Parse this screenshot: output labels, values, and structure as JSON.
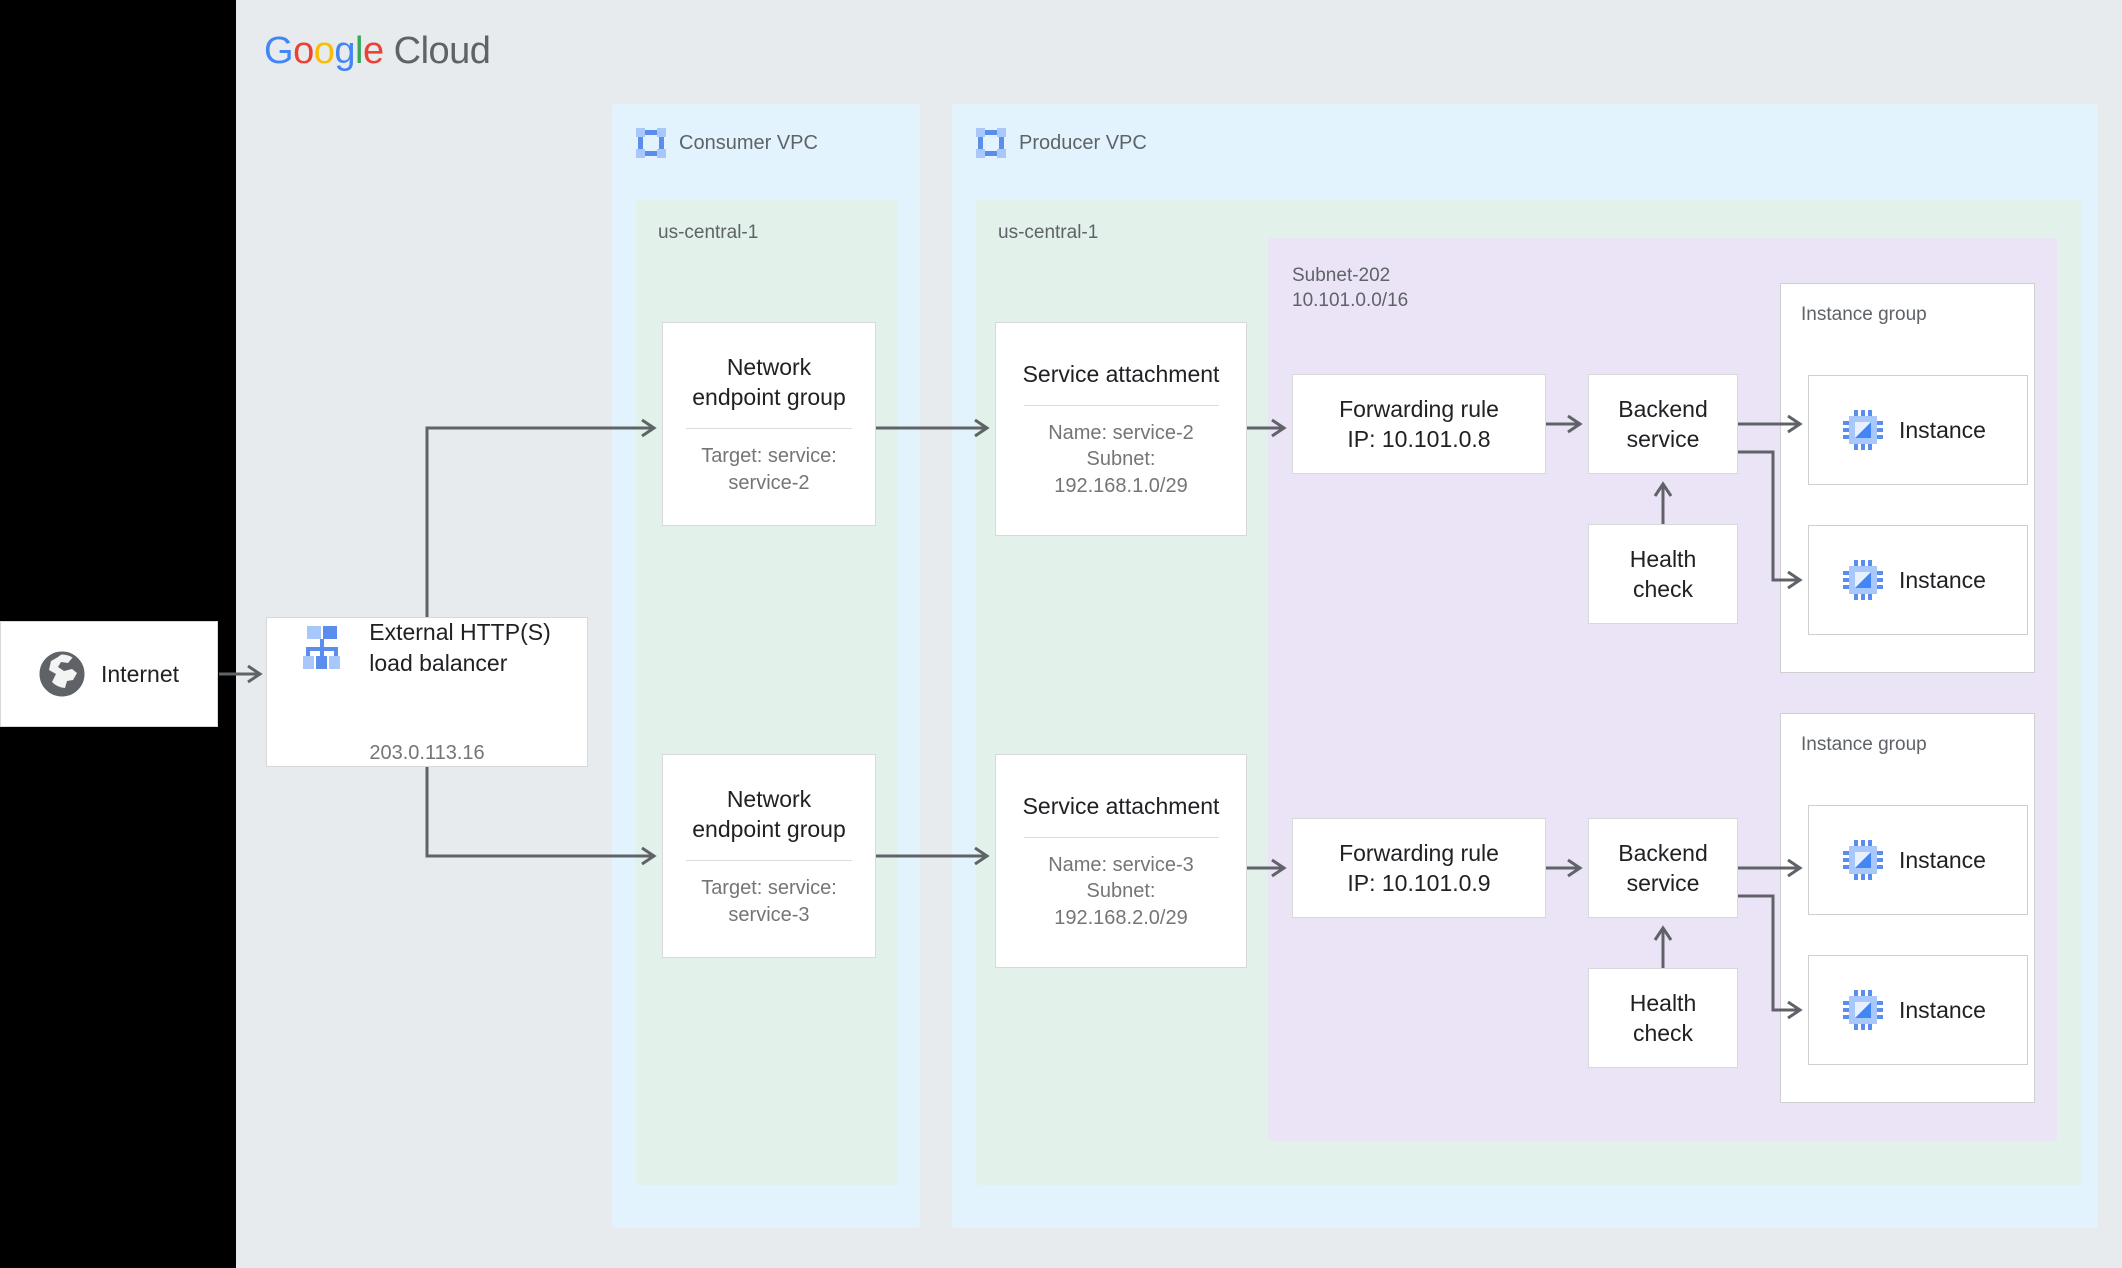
{
  "brand": {
    "name_parts": [
      "G",
      "o",
      "o",
      "g",
      "l",
      "e"
    ],
    "word": "Cloud",
    "colors": {
      "blue": "#4285F4",
      "red": "#EA4335",
      "yellow": "#FBBC05",
      "green": "#34A853",
      "gray": "#5F6368"
    }
  },
  "palette": {
    "canvas": "#E8EBED",
    "vpc": "#E2F3FD",
    "region": "#E2F1EA",
    "subnet": "#EBE4F7",
    "card": "#FFFFFF",
    "border": "#D6D8DA",
    "line": "#5F6368",
    "text": "#202124",
    "muted": "#757575",
    "icon_blue": "#5B8DEF",
    "icon_blue_light": "#A8C7FA",
    "globe": "#5F6368"
  },
  "internet": {
    "label": "Internet",
    "icon": "globe-icon"
  },
  "load_balancer": {
    "icon": "load-balancer-icon",
    "title": "External HTTP(S)\nload balancer",
    "ip": "203.0.113.16"
  },
  "consumer_vpc": {
    "icon": "vpc-icon",
    "label": "Consumer VPC",
    "region": "us-central-1",
    "negs": [
      {
        "title": "Network\nendpoint group",
        "sub": "Target: service:\nservice-2"
      },
      {
        "title": "Network\nendpoint group",
        "sub": "Target: service:\nservice-3"
      }
    ]
  },
  "producer_vpc": {
    "icon": "vpc-icon",
    "label": "Producer VPC",
    "region": "us-central-1",
    "subnet": {
      "name": "Subnet-202",
      "cidr": "10.101.0.0/16"
    },
    "service_attachments": [
      {
        "title": "Service attachment",
        "sub": "Name: service-2\nSubnet:\n192.168.1.0/29"
      },
      {
        "title": "Service attachment",
        "sub": "Name: service-3\nSubnet:\n192.168.2.0/29"
      }
    ],
    "stacks": [
      {
        "forwarding_rule": "Forwarding rule\nIP: 10.101.0.8",
        "backend_service": "Backend\nservice",
        "health_check": "Health\ncheck",
        "instance_group": {
          "label": "Instance group",
          "instances": [
            "Instance",
            "Instance"
          ]
        }
      },
      {
        "forwarding_rule": "Forwarding rule\nIP: 10.101.0.9",
        "backend_service": "Backend\nservice",
        "health_check": "Health\ncheck",
        "instance_group": {
          "label": "Instance group",
          "instances": [
            "Instance",
            "Instance"
          ]
        }
      }
    ]
  }
}
